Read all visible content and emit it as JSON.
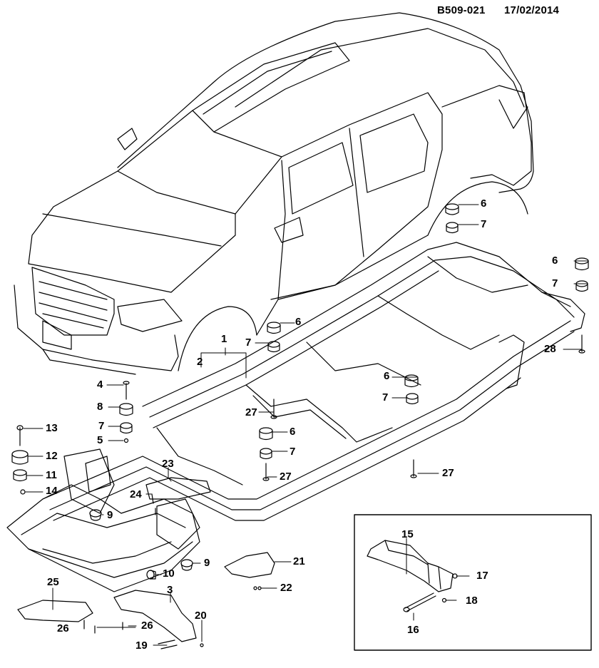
{
  "header": {
    "code": "B509-021",
    "date": "17/02/2014"
  },
  "callouts": {
    "c1": "1",
    "c2": "2",
    "c3": "3",
    "c4": "4",
    "c5": "5",
    "c6a": "6",
    "c6b": "6",
    "c6c": "6",
    "c6d": "6",
    "c6e": "6",
    "c7a": "7",
    "c7b": "7",
    "c7c": "7",
    "c7d": "7",
    "c7e": "7",
    "c7f": "7",
    "c8": "8",
    "c9a": "9",
    "c9b": "9",
    "c10": "10",
    "c11": "11",
    "c12": "12",
    "c13": "13",
    "c14": "14",
    "c15": "15",
    "c16": "16",
    "c17": "17",
    "c18": "18",
    "c19": "19",
    "c20": "20",
    "c21": "21",
    "c22": "22",
    "c23": "23",
    "c24": "24",
    "c25": "25",
    "c26a": "26",
    "c26b": "26",
    "c27a": "27",
    "c27b": "27",
    "c27c": "27",
    "c28": "28"
  }
}
